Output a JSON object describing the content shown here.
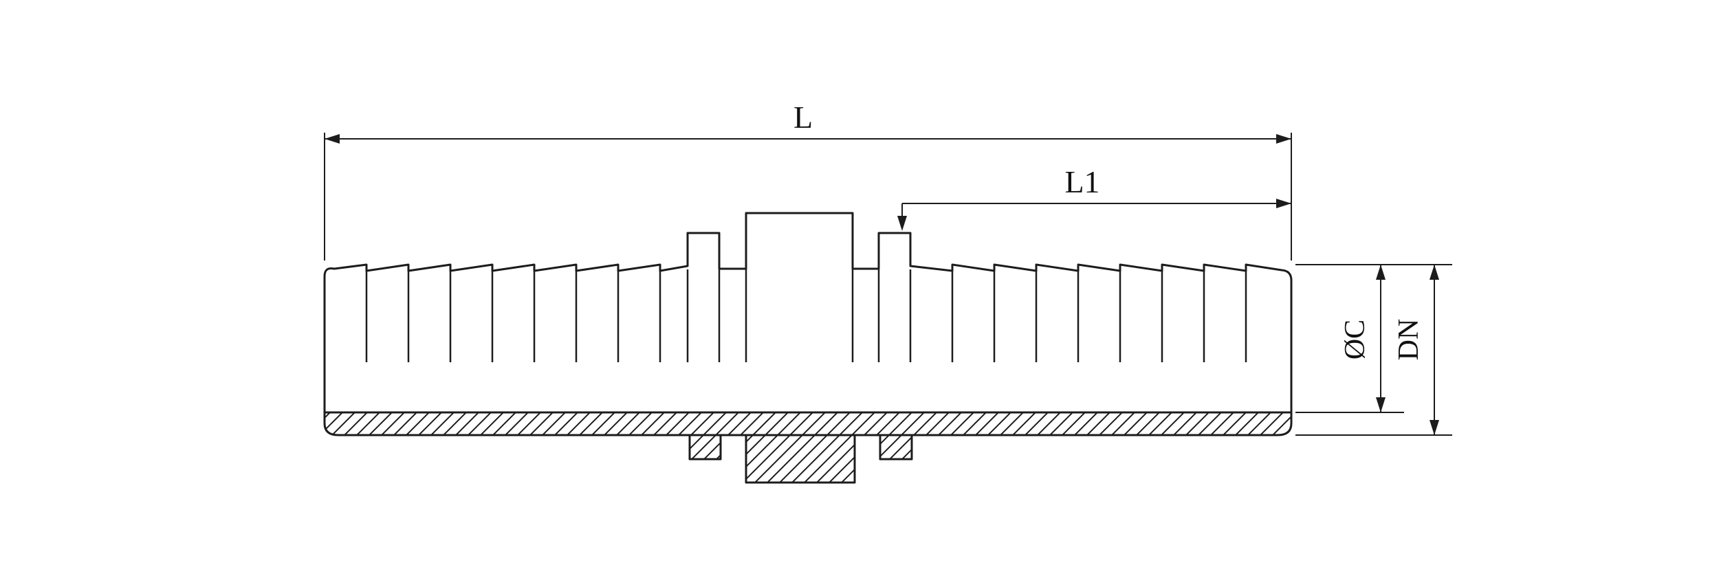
{
  "drawing": {
    "kind": "technical-drawing",
    "line_color": "#1c1c1c",
    "background_color": "#ffffff",
    "dimension_labels": {
      "total_length": "L",
      "partial_length": "L1",
      "diameter_c": "ØC",
      "nominal_diameter": "DN"
    }
  }
}
